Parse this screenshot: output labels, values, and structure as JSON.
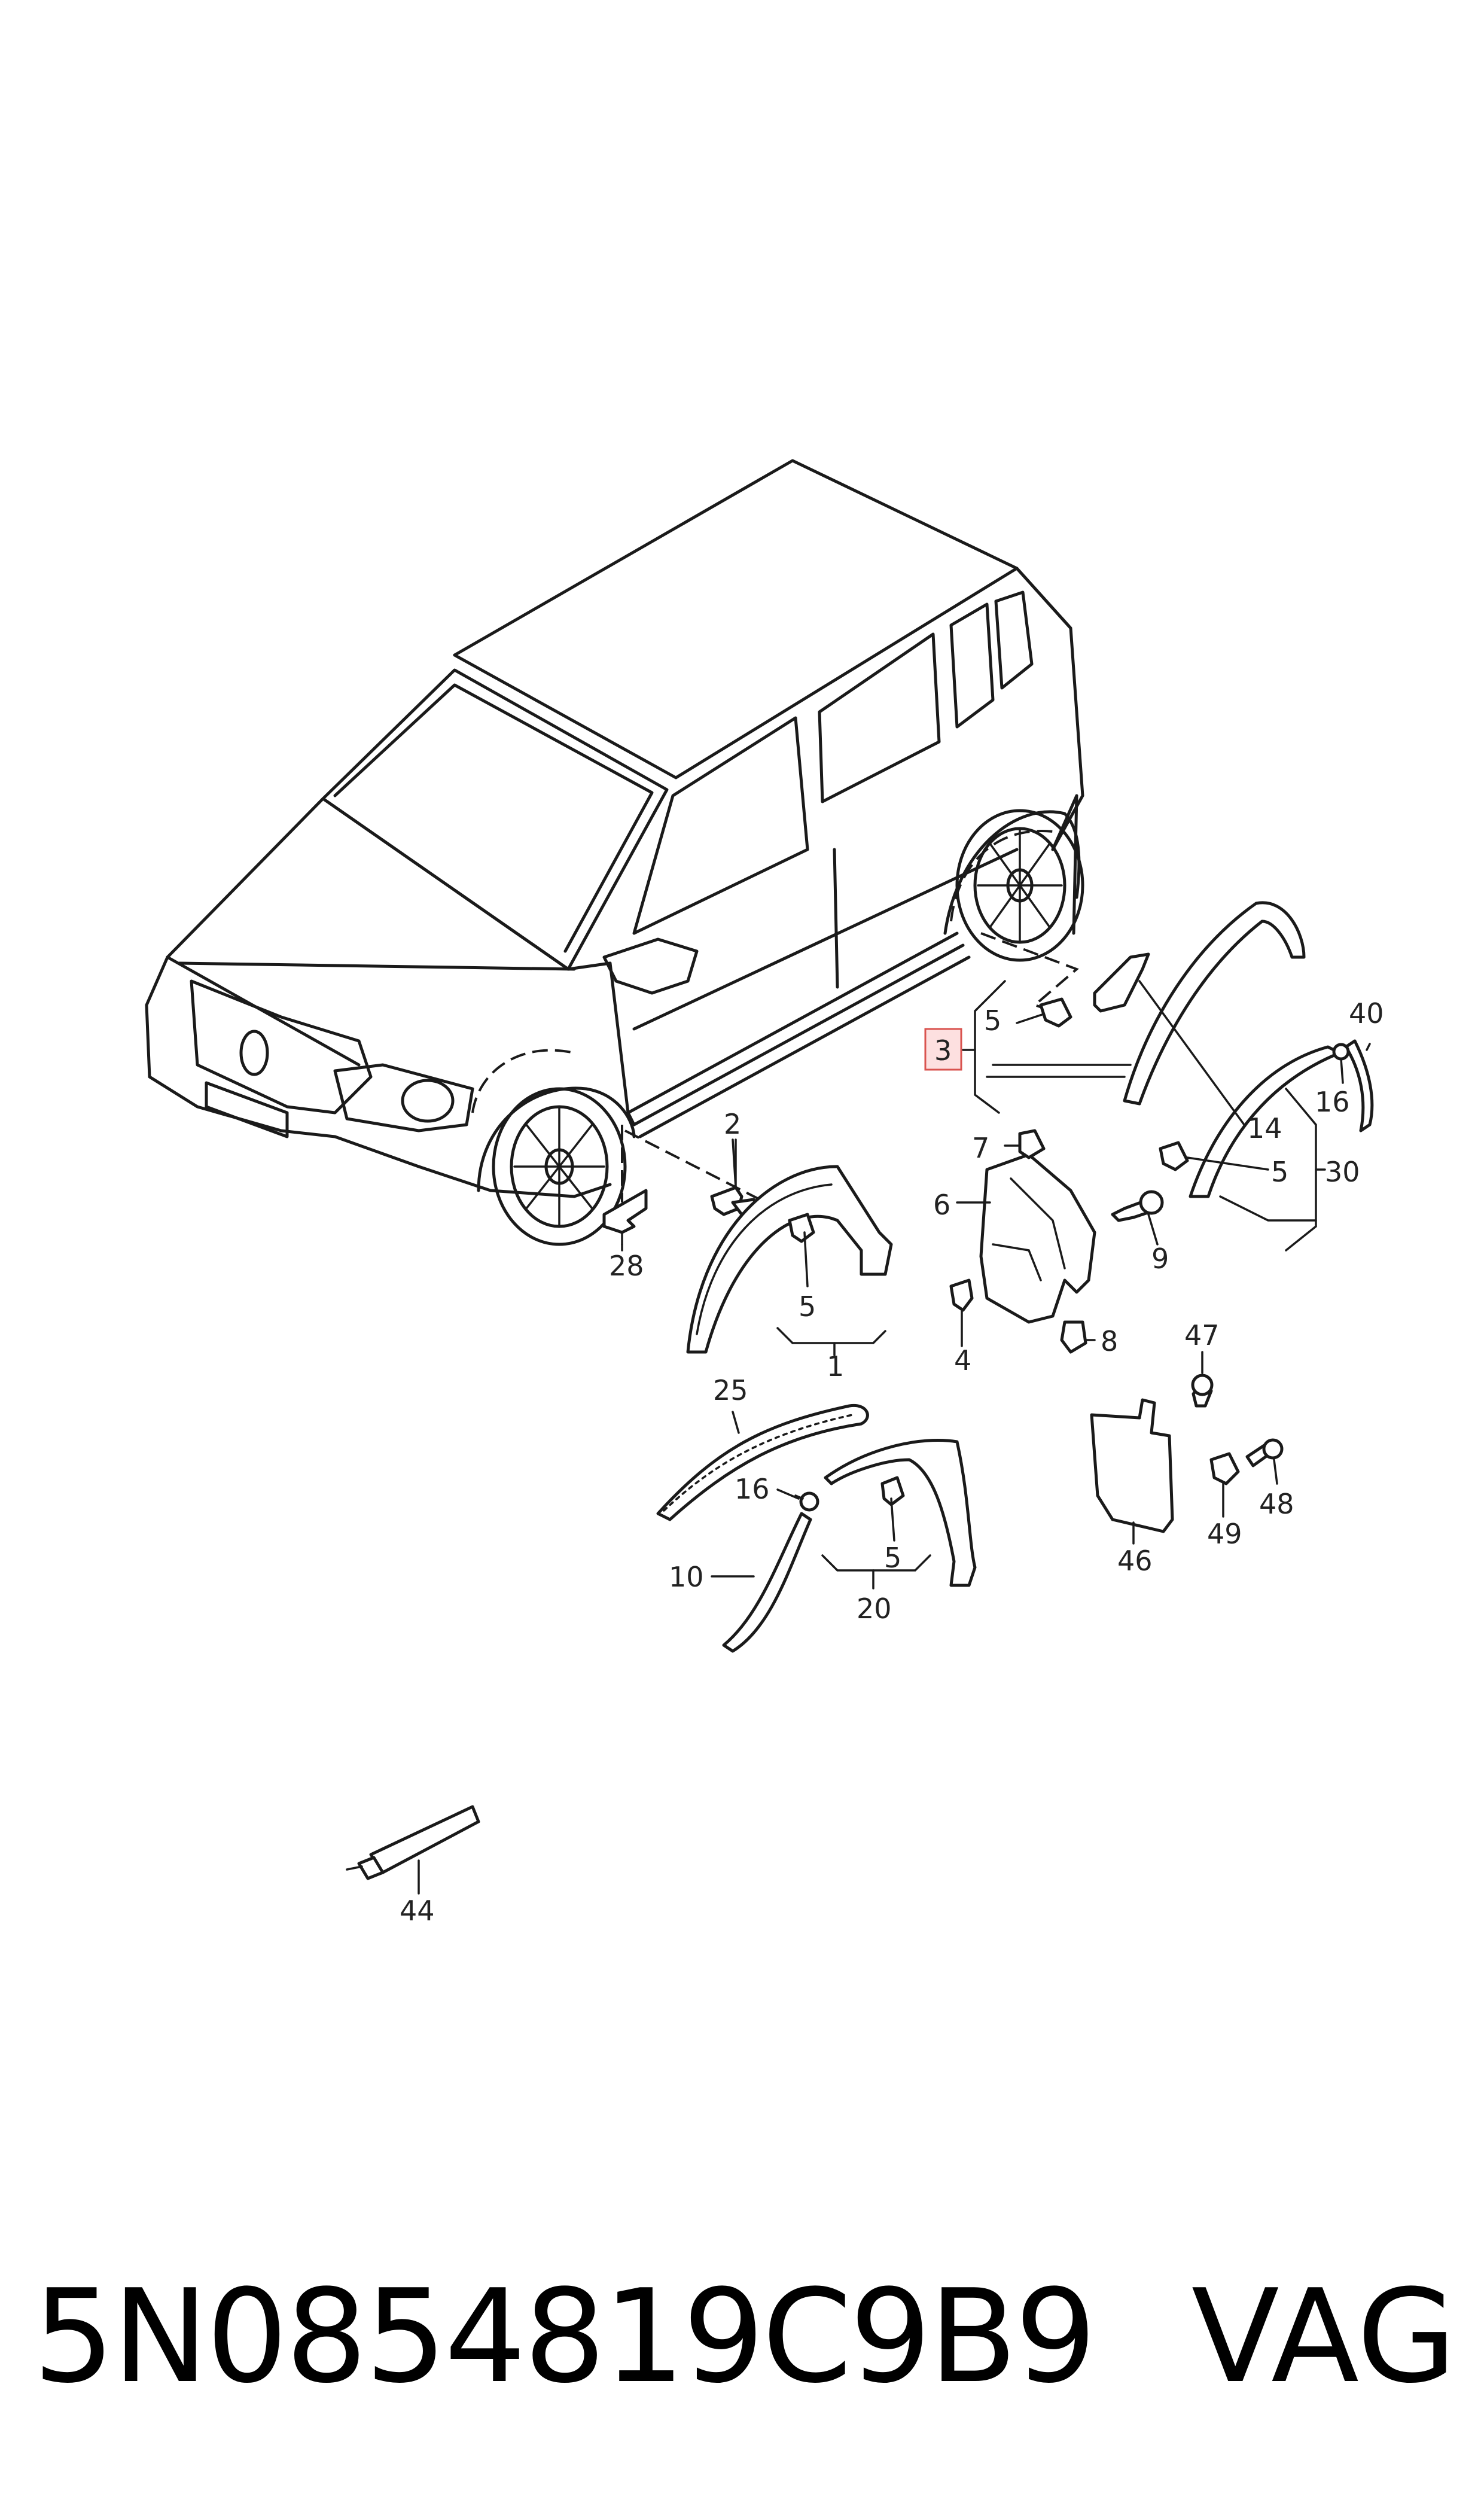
{
  "footer": {
    "part_number": "5N0854819C9B9",
    "brand": "VAG"
  },
  "labels": {
    "l1": "1",
    "l2": "2",
    "l3": "3",
    "l4": "4",
    "l5a": "5",
    "l5b": "5",
    "l5c": "5",
    "l5d": "5",
    "l6": "6",
    "l7": "7",
    "l8": "8",
    "l9": "9",
    "l10": "10",
    "l14": "14",
    "l16a": "16",
    "l16b": "16",
    "l20": "20",
    "l25": "25",
    "l28": "28",
    "l30": "30",
    "l40": "40",
    "l44": "44",
    "l46": "46",
    "l47": "47",
    "l48": "48",
    "l49": "49"
  },
  "colors": {
    "highlight_fill": "#fde0e0",
    "highlight_stroke": "#d9534f",
    "line": "#1a1a1a"
  }
}
